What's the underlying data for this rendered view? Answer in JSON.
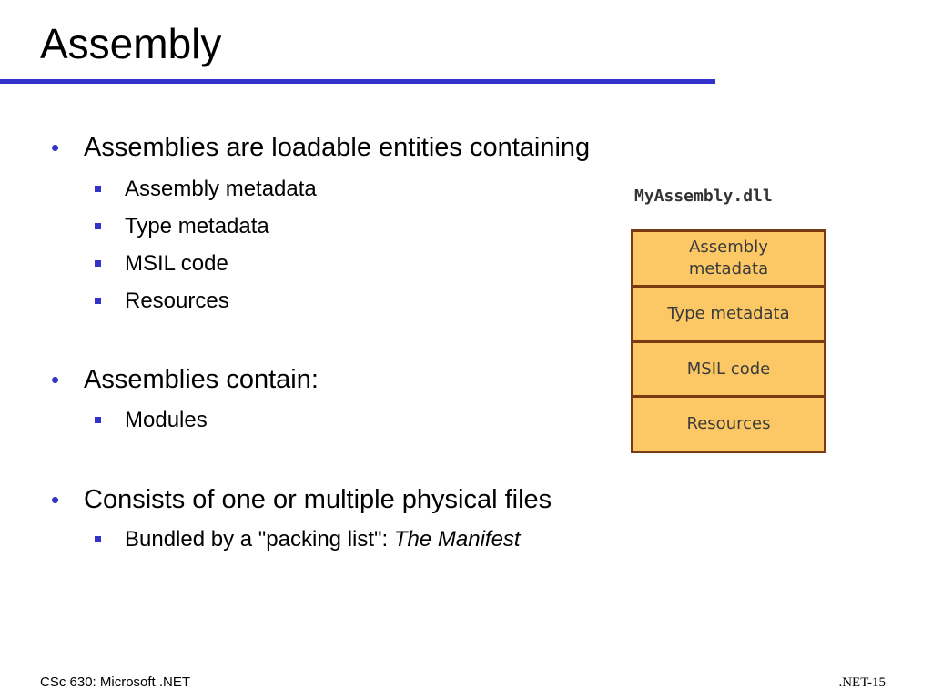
{
  "slide": {
    "title": "Assembly",
    "accent_color": "#3333cc"
  },
  "bullets": [
    {
      "text": "Assemblies are loadable entities containing",
      "subitems": [
        "Assembly metadata",
        "Type metadata",
        "MSIL code",
        "Resources"
      ]
    },
    {
      "text": "Assemblies contain:",
      "subitems": [
        "Modules"
      ]
    },
    {
      "text": "Consists of one or multiple physical files",
      "subitems": [
        {
          "text": "Bundled by a \"packing list\": ",
          "emphasis": "The Manifest"
        }
      ]
    }
  ],
  "diagram": {
    "title": "MyAssembly.dll",
    "fill_color": "#fbc865",
    "border_color": "#7a3b12",
    "cells": [
      "Assembly\nmetadata",
      "Type metadata",
      "MSIL code",
      "Resources"
    ]
  },
  "footer": {
    "left": "CSc 630: Microsoft .NET",
    "right": ".NET-15"
  }
}
